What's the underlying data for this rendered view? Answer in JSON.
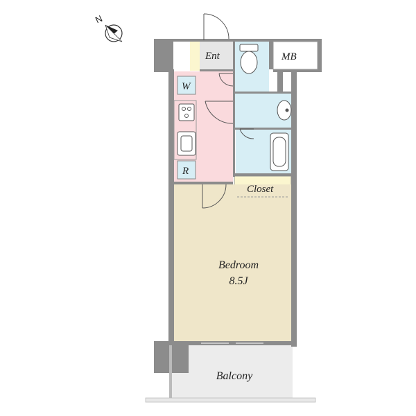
{
  "compass": {
    "letter": "N",
    "icon": "north-arrow-icon"
  },
  "rooms": {
    "entrance": "Ent",
    "meter_box": "MB",
    "washer": "W",
    "refrigerator": "R",
    "closet": "Closet",
    "bedroom": "Bedroom",
    "bedroom_size": "8.5J",
    "balcony": "Balcony"
  },
  "colors": {
    "wall": "#8c8c8c",
    "kitchen": "#fadadd",
    "bath": "#d7eef5",
    "closet": "#fbf6cf",
    "bedroom": "#efe6c9",
    "balcony": "#ececec",
    "entrance": "#e6e6e6"
  }
}
